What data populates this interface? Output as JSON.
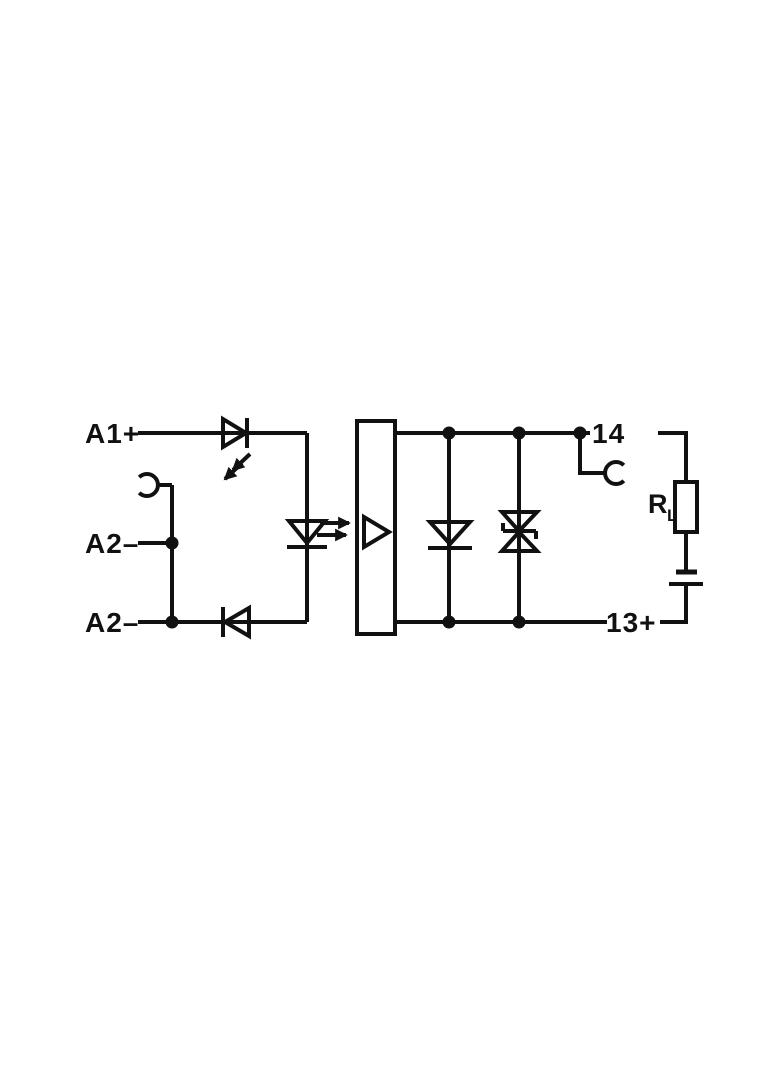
{
  "colors": {
    "ink": "#111111",
    "background": "#ffffff"
  },
  "schematic": {
    "terminals": {
      "a1_plus": "A1+",
      "a2_minus_mid": "A2–",
      "a2_minus_bottom": "A2–",
      "out_14": "14",
      "out_13_plus": "13+"
    },
    "load": {
      "resistor_label": "R",
      "resistor_subscript": "L"
    },
    "symbols": [
      "reverse-polarity-diode-icon",
      "status-led-emission-arrows-icon",
      "optocoupler-led-icon",
      "optocoupler-light-arrows-icon",
      "antiparallel-protection-diode-icon",
      "optocoupler-output-driver-icon",
      "freewheeling-diode-icon",
      "tvs-suppressor-diode-icon",
      "jumper-contact-left-icon",
      "jumper-contact-right-icon",
      "load-resistor-icon",
      "dc-source-battery-icon"
    ]
  }
}
